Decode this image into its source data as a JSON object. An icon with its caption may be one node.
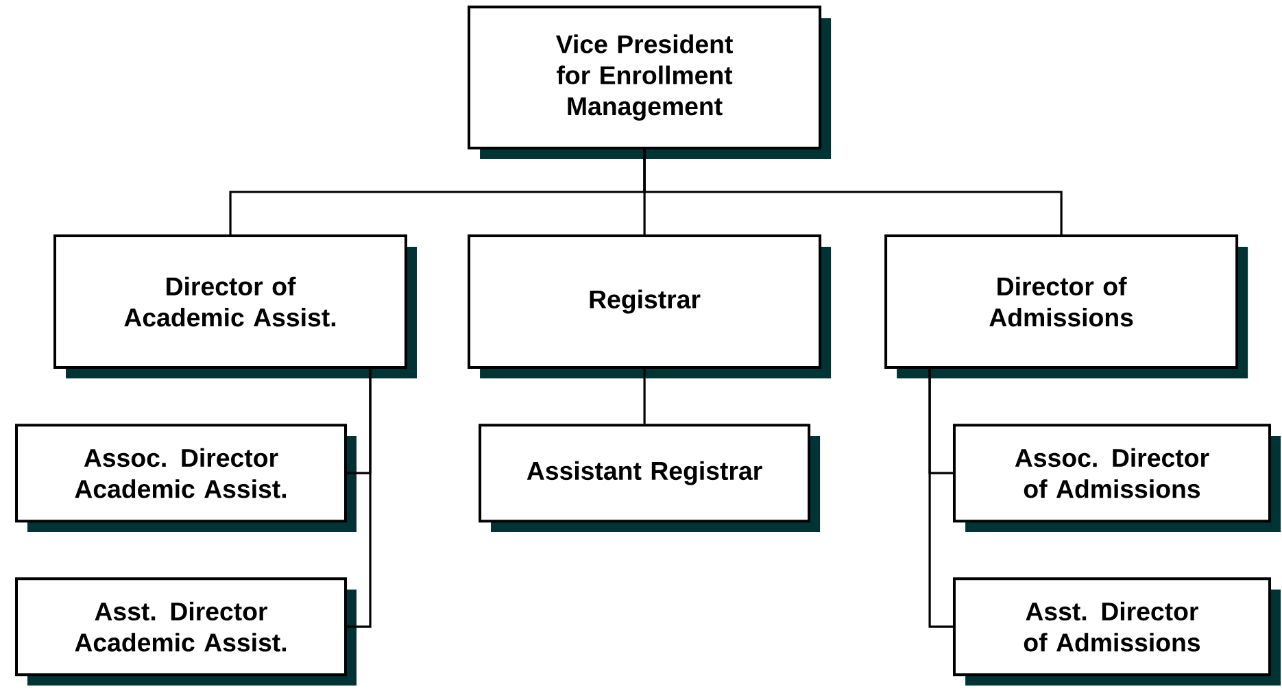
{
  "diagram": {
    "nodes": [
      {
        "text": [
          "Vice President for Enrollment Management"
        ]
      },
      {
        "text": [
          "Director of Academic Assist."
        ]
      },
      {
        "text": [
          "Registrar"
        ]
      },
      {
        "text": [
          "Director of Admissions"
        ]
      },
      {
        "text": [
          "Assoc. Director Academic Assist."
        ]
      },
      {
        "text": [
          "Asst. Director Academic Assist."
        ]
      },
      {
        "text": [
          "Assistant Registrar"
        ]
      },
      {
        "text": [
          "Assoc. Director of Admissions"
        ]
      },
      {
        "text": [
          "Asst. Director of Admissions"
        ]
      }
    ],
    "edges": [
      {
        "from": 0,
        "to": 1,
        "arrow": "none"
      },
      {
        "from": 0,
        "to": 2,
        "arrow": "none"
      },
      {
        "from": 0,
        "to": 3,
        "arrow": "none"
      },
      {
        "from": 1,
        "to": 4,
        "arrow": "none"
      },
      {
        "from": 1,
        "to": 5,
        "arrow": "none"
      },
      {
        "from": 2,
        "to": 6,
        "arrow": "none"
      },
      {
        "from": 3,
        "to": 7,
        "arrow": "none"
      },
      {
        "from": 3,
        "to": 8,
        "arrow": "none"
      }
    ]
  }
}
